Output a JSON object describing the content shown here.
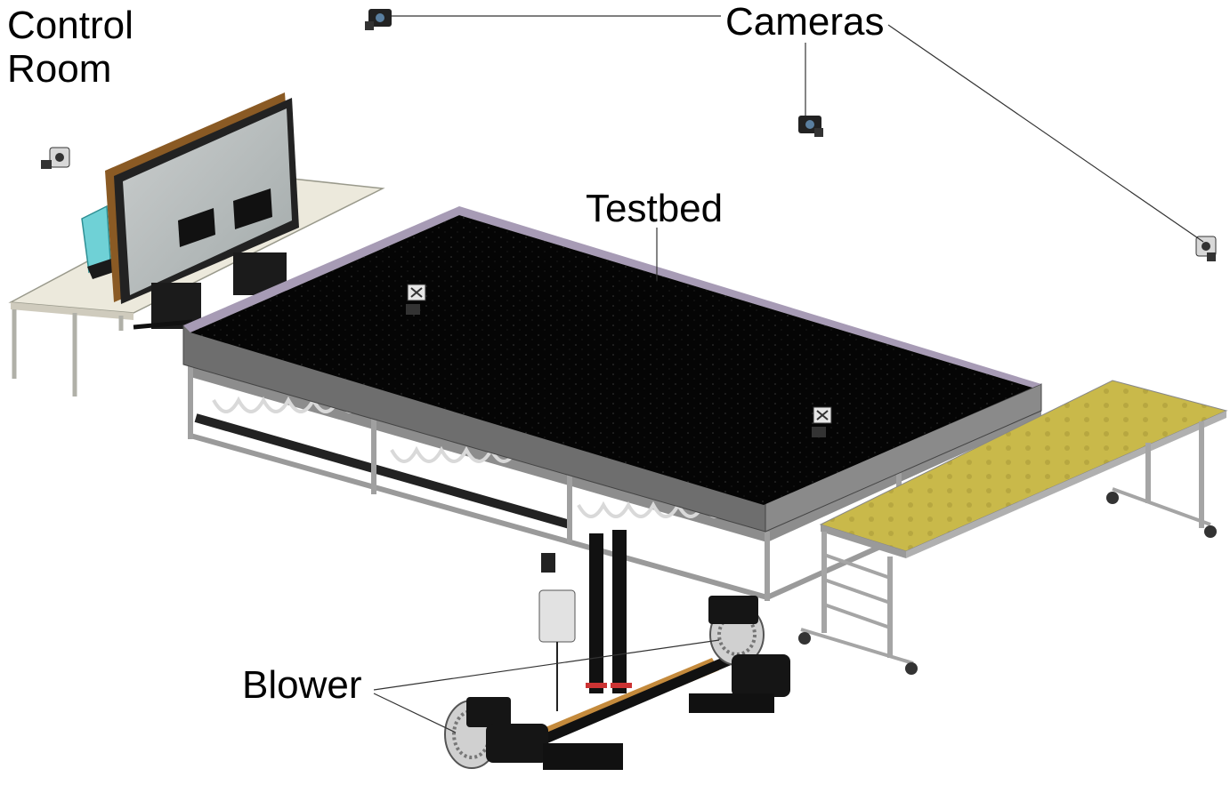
{
  "labels": {
    "control_room_line1": "Control",
    "control_room_line2": "Room",
    "cameras": "Cameras",
    "testbed": "Testbed",
    "blower": "Blower"
  },
  "colors": {
    "testbed_surface": "#050505",
    "frame_grey": "#7c7c7c",
    "wall_lavender": "#a79bb5",
    "ramp_yellow": "#c9b94a",
    "desk_cream": "#ece9dc",
    "window_wood": "#8a5a24",
    "chair_cyan": "#6fd1d6",
    "motor_black": "#151515",
    "pipe_copper": "#c48a3c"
  },
  "icons": [
    "camera-icon",
    "blower-icon",
    "chair-icon",
    "monitor-icon"
  ]
}
